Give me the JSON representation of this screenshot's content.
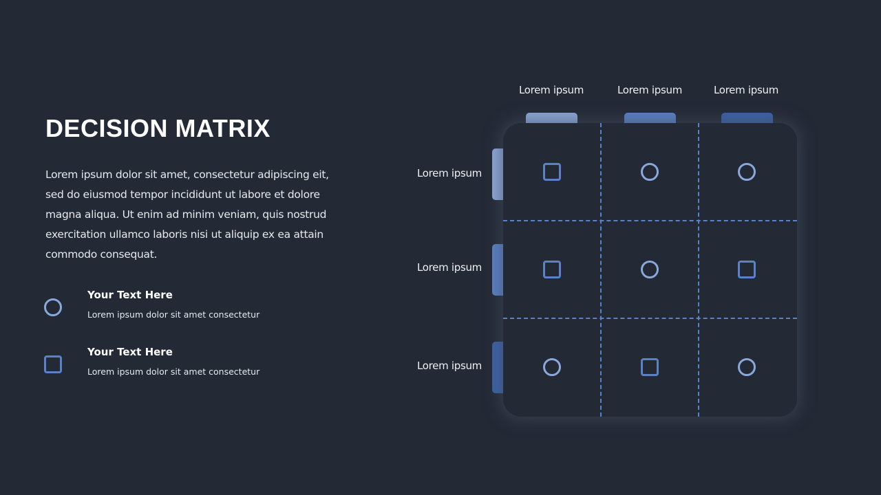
{
  "slide": {
    "title": "DECISION MATRIX",
    "description": "Lorem ipsum dolor sit amet, consectetur adipiscing eit, sed do eiusmod tempor incididunt ut labore et dolore magna aliqua. Ut enim ad minim veniam, quis nostrud exercitation ullamco laboris nisi ut aliquip ex ea attain commodo consequat."
  },
  "legend": [
    {
      "icon": "circle-icon",
      "title": "Your Text Here",
      "desc": "Lorem ipsum dolor sit amet consectetur"
    },
    {
      "icon": "square-icon",
      "title": "Your Text Here",
      "desc": "Lorem ipsum dolor sit amet consectetur"
    }
  ],
  "matrix": {
    "columns": [
      {
        "label": "Lorem ipsum",
        "color": "#8eaadc"
      },
      {
        "label": "Lorem ipsum",
        "color": "#5a82c8"
      },
      {
        "label": "Lorem ipsum",
        "color": "#3a62a8"
      }
    ],
    "rows": [
      {
        "label": "Lorem ipsum",
        "color": "#8eaadc"
      },
      {
        "label": "Lorem ipsum",
        "color": "#5a82c8"
      },
      {
        "label": "Lorem ipsum",
        "color": "#3a62a8"
      }
    ],
    "cells": [
      [
        "square",
        "circle",
        "circle"
      ],
      [
        "square",
        "circle",
        "square"
      ],
      [
        "circle",
        "square",
        "circle"
      ]
    ]
  },
  "colors": {
    "background": "#232935",
    "circle": "#8aa8dc",
    "square": "#5b82c9",
    "grid_line": "#5b82c9"
  }
}
